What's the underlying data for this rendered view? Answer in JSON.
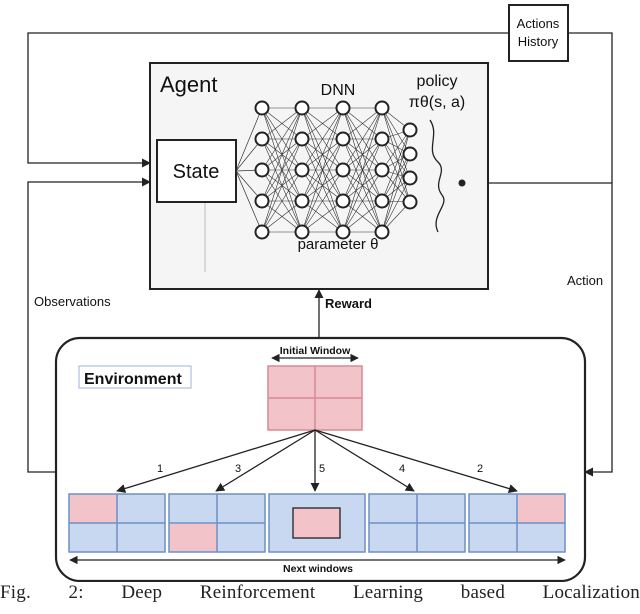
{
  "labels": {
    "agent": "Agent",
    "dnn": "DNN",
    "policy_line1": "policy",
    "policy_line2": "πθ(s, a)",
    "state": "State",
    "parameter": "parameter θ",
    "actions_history_line1": "Actions",
    "actions_history_line2": "History",
    "action": "Action",
    "observations": "Observations",
    "reward": "Reward",
    "environment": "Environment",
    "initial_window": "Initial Window",
    "next_windows": "Next windows",
    "arrow_numbers": [
      "1",
      "3",
      "5",
      "4",
      "2"
    ]
  },
  "caption": "Fig. 2: Deep Reinforcement Learning based Localization",
  "colors": {
    "pink": "#f2c3c9",
    "pink_border": "#d88a94",
    "blue": "#c9d8f1",
    "blue_border": "#6f8fc4",
    "line": "#222222",
    "agent_bg": "#f5f5f5"
  }
}
